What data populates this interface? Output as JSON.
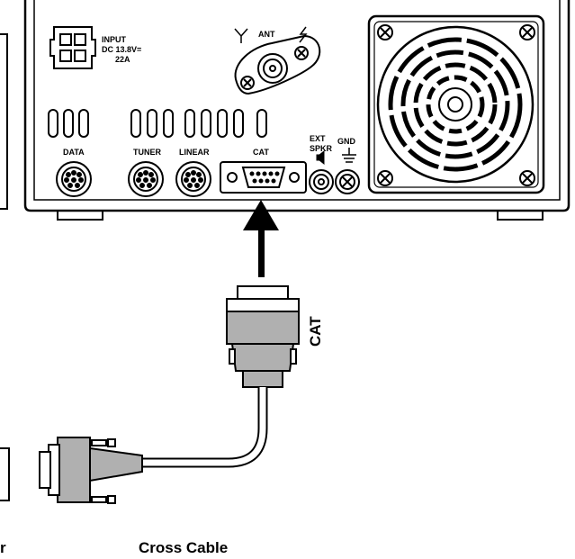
{
  "rear_panel": {
    "input_line1": "INPUT",
    "input_line2": "DC 13.8V=",
    "input_line3": "22A",
    "ant_label": "ANT",
    "data_label": "DATA",
    "tuner_label": "TUNER",
    "linear_label": "LINEAR",
    "cat_port_label": "CAT",
    "ext_spkr_line1": "EXT",
    "ext_spkr_line2": "SPKR",
    "gnd_label": "GND"
  },
  "cable": {
    "connector_label": "CAT",
    "caption": "Cross Cable",
    "cut_off_label": "r"
  },
  "colors": {
    "line": "#000000",
    "connector_fill": "#b0b0b0",
    "background": "#ffffff"
  }
}
